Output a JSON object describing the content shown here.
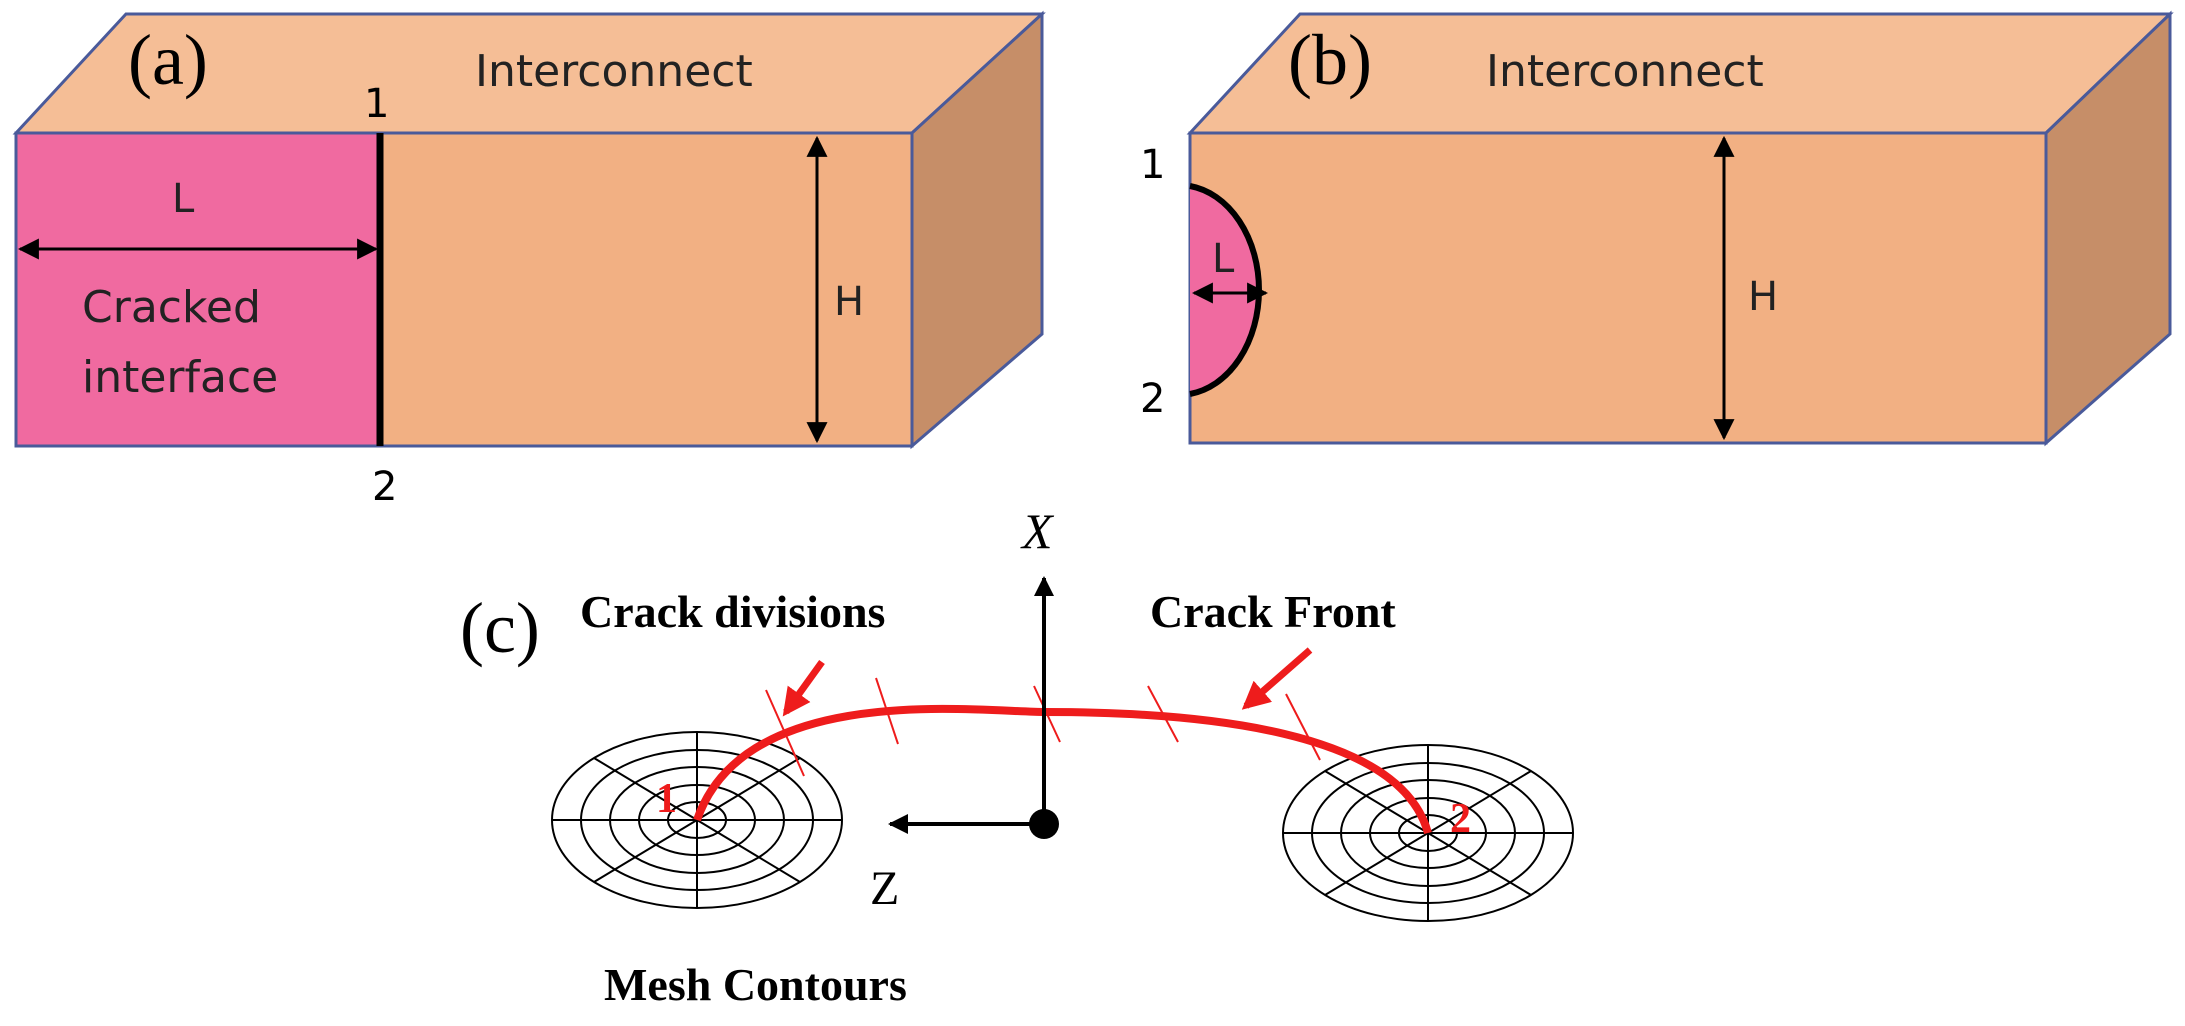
{
  "colors": {
    "box_top": "#F5BE96",
    "box_front": "#F2B083",
    "box_side": "#C68E68",
    "crack": "#F06AA0",
    "edge": "#4A5A9A",
    "crack_front": "#EE1C1C",
    "crack_number": "#EE1C1C"
  },
  "panel_a": {
    "label": "(a)",
    "top_text": "Interconnect",
    "point1": "1",
    "point2": "2",
    "length_label": "L",
    "height_label": "H",
    "crack_text_line1": "Cracked",
    "crack_text_line2": "interface"
  },
  "panel_b": {
    "label": "(b)",
    "top_text": "Interconnect",
    "point1": "1",
    "point2": "2",
    "length_label": "L",
    "height_label": "H"
  },
  "panel_c": {
    "label": "(c)",
    "axis_x": "X",
    "axis_z": "Z",
    "crack_divisions": "Crack divisions",
    "crack_front": "Crack Front",
    "mesh_contours": "Mesh Contours",
    "point1": "1",
    "point2": "2"
  }
}
